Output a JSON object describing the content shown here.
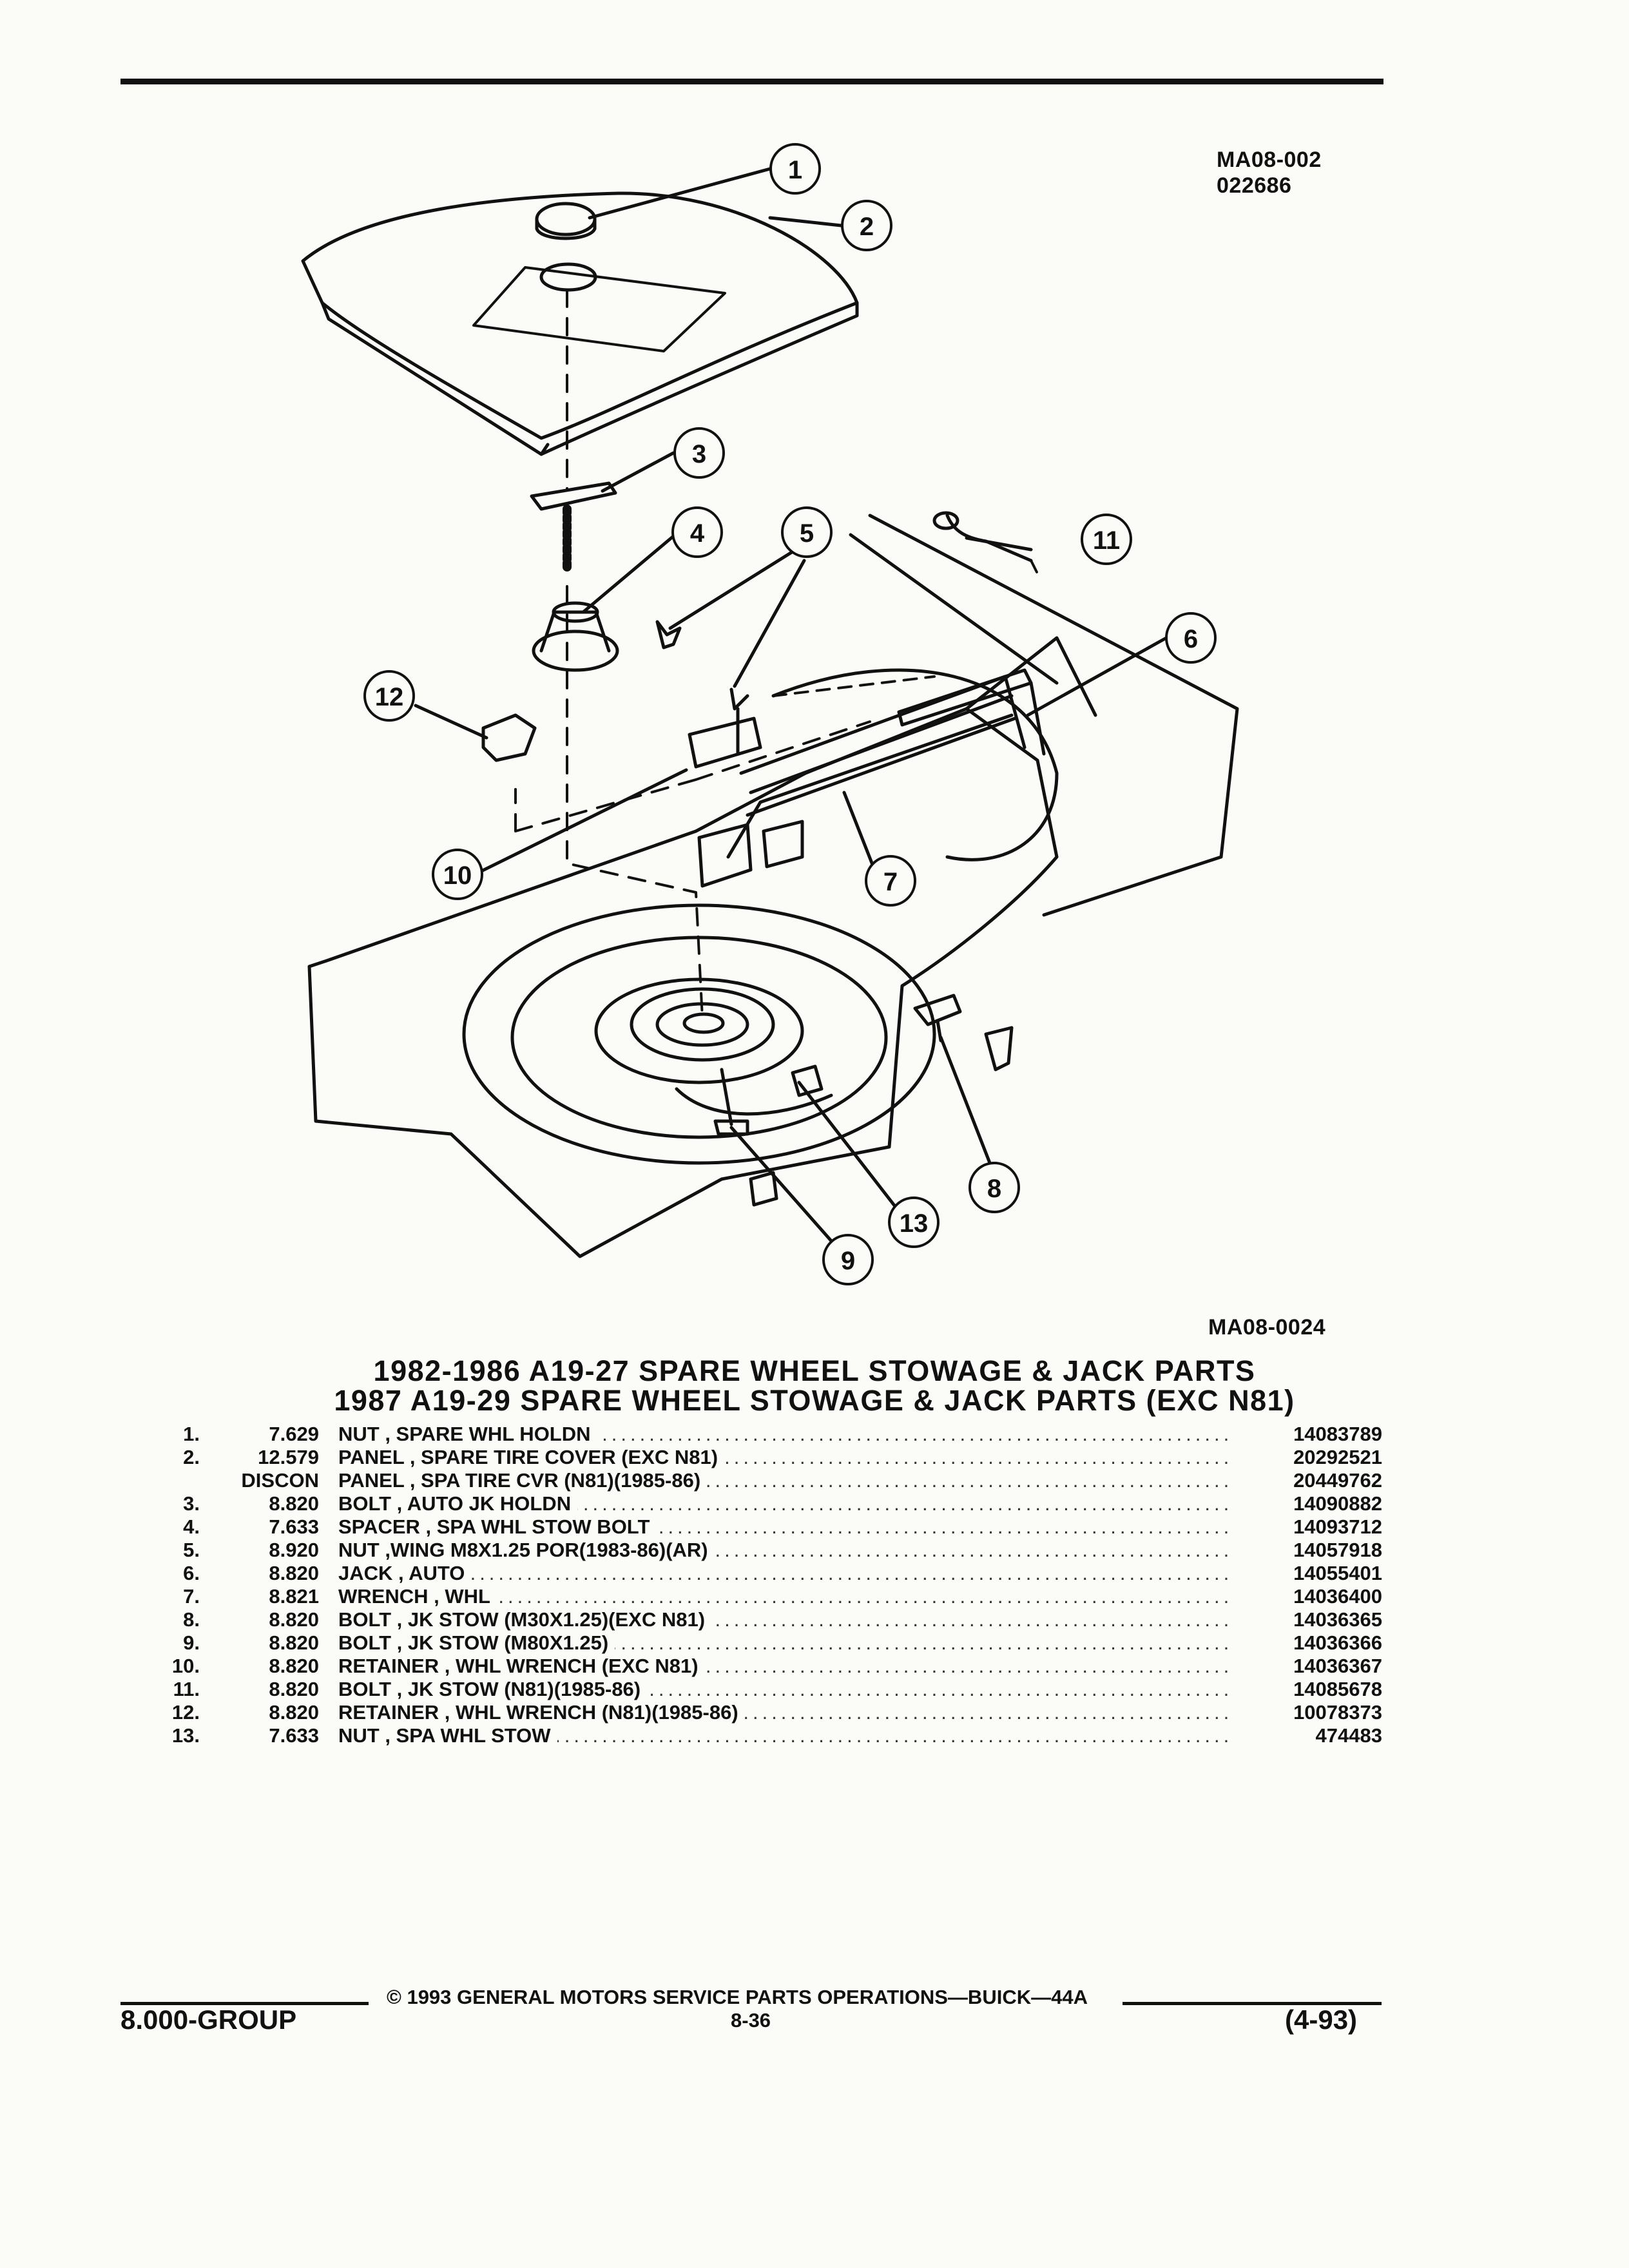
{
  "figure": {
    "code_top": "MA08-002",
    "date_code": "022686",
    "code_bottom": "MA08-0024",
    "callouts": [
      "1",
      "2",
      "3",
      "4",
      "5",
      "6",
      "7",
      "8",
      "9",
      "10",
      "11",
      "12",
      "13"
    ]
  },
  "headings": [
    "1982-1986 A19-27 SPARE WHEEL STOWAGE & JACK PARTS",
    "1987 A19-29 SPARE WHEEL STOWAGE & JACK PARTS (EXC N81)"
  ],
  "parts": [
    {
      "no": "1.",
      "cat": "7.629",
      "desc": "NUT , SPARE WHL HOLDN",
      "part": "14083789"
    },
    {
      "no": "2.",
      "cat": "12.579",
      "desc": "PANEL , SPARE TIRE COVER (EXC N81)",
      "part": "20292521"
    },
    {
      "no": "",
      "cat": "DISCON",
      "desc": "PANEL , SPA TIRE CVR (N81)(1985-86)",
      "part": "20449762"
    },
    {
      "no": "3.",
      "cat": "8.820",
      "desc": "BOLT , AUTO JK HOLDN",
      "part": "14090882"
    },
    {
      "no": "4.",
      "cat": "7.633",
      "desc": "SPACER , SPA WHL STOW BOLT",
      "part": "14093712"
    },
    {
      "no": "5.",
      "cat": "8.920",
      "desc": "NUT ,WING M8X1.25 POR(1983-86)(AR)",
      "part": "14057918"
    },
    {
      "no": "6.",
      "cat": "8.820",
      "desc": "JACK , AUTO",
      "part": "14055401"
    },
    {
      "no": "7.",
      "cat": "8.821",
      "desc": "WRENCH , WHL",
      "part": "14036400"
    },
    {
      "no": "8.",
      "cat": "8.820",
      "desc": "BOLT , JK STOW (M30X1.25)(EXC N81)",
      "part": "14036365"
    },
    {
      "no": "9.",
      "cat": "8.820",
      "desc": "BOLT , JK STOW (M80X1.25)",
      "part": "14036366"
    },
    {
      "no": "10.",
      "cat": "8.820",
      "desc": "RETAINER , WHL WRENCH (EXC N81)",
      "part": "14036367"
    },
    {
      "no": "11.",
      "cat": "8.820",
      "desc": "BOLT , JK STOW (N81)(1985-86)",
      "part": "14085678"
    },
    {
      "no": "12.",
      "cat": "8.820",
      "desc": "RETAINER , WHL WRENCH (N81)(1985-86)",
      "part": "10078373"
    },
    {
      "no": "13.",
      "cat": "7.633",
      "desc": "NUT , SPA WHL STOW",
      "part": "474483"
    }
  ],
  "footer": {
    "copyright": "© 1993 GENERAL MOTORS SERVICE PARTS OPERATIONS—BUICK—44A",
    "group": "8.000-GROUP",
    "page": "8-36",
    "date": "(4-93)"
  }
}
